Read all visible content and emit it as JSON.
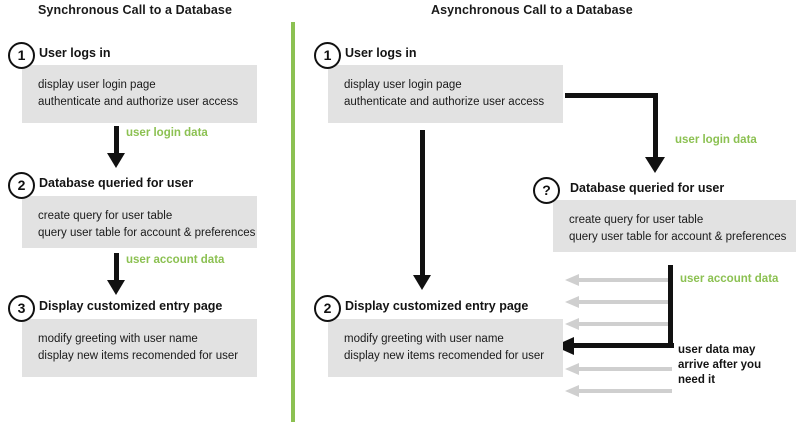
{
  "diagram": {
    "type": "flowchart-comparison",
    "colors": {
      "accent_green": "#8cc152",
      "box_gray": "#e2e2e2",
      "arrow_black": "#111111",
      "arrow_gray": "#cfcfcf",
      "background": "#ffffff"
    }
  },
  "left_panel": {
    "title": "Synchronous Call to a Database",
    "steps": [
      {
        "marker": "1",
        "heading": "User logs in",
        "lines": [
          "display user login page",
          "authenticate and authorize user access"
        ]
      },
      {
        "marker": "2",
        "heading": "Database queried for user",
        "lines": [
          "create query for user table",
          "query user table for account & preferences"
        ]
      },
      {
        "marker": "3",
        "heading": "Display customized entry page",
        "lines": [
          "modify greeting with user name",
          "display new items recomended for user"
        ]
      }
    ],
    "arrow_labels": [
      "user login data",
      "user account data"
    ]
  },
  "right_panel": {
    "title": "Asynchronous Call to a Database",
    "steps": [
      {
        "marker": "1",
        "heading": "User logs in",
        "lines": [
          "display user login page",
          "authenticate and authorize user access"
        ]
      },
      {
        "marker": "2",
        "heading": "Display customized entry page",
        "lines": [
          "modify greeting with user name",
          "display new items recomended for user"
        ]
      }
    ],
    "database_step": {
      "marker": "?",
      "heading": "Database queried for user",
      "lines": [
        "create query for user table",
        "query user table for account & preferences"
      ]
    },
    "arrow_labels": [
      "user login data",
      "user account data"
    ],
    "note": "user data may\narrive after you\nneed it"
  }
}
